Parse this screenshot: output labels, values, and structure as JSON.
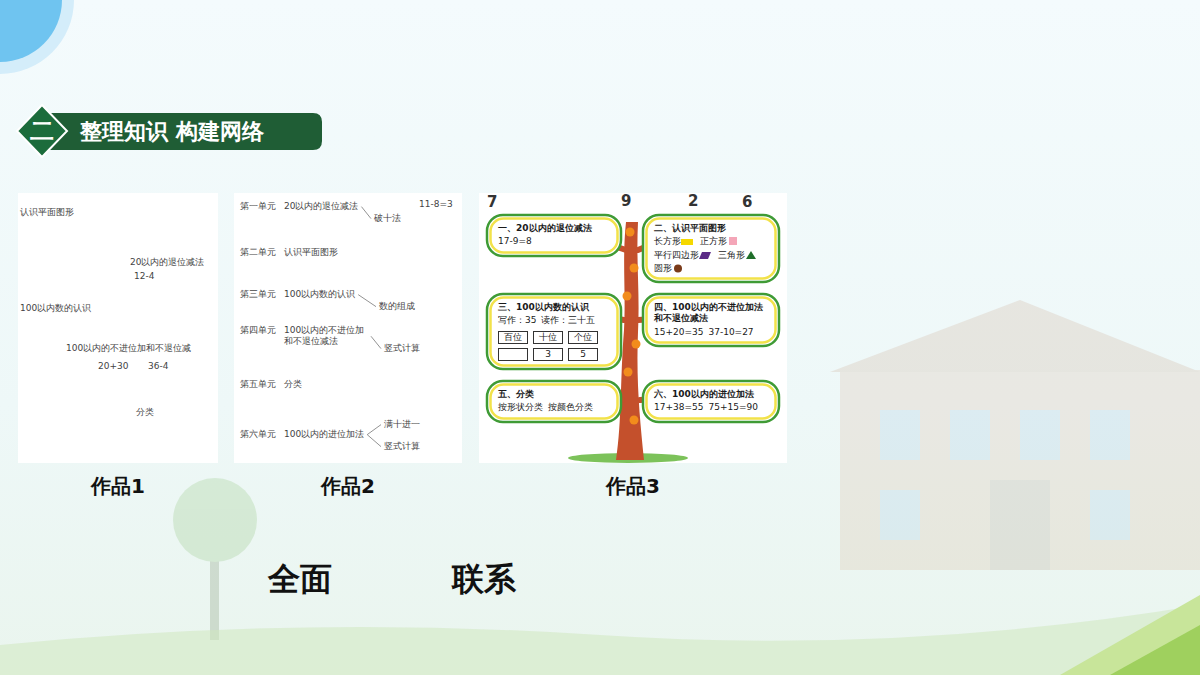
{
  "diagram": {
    "nodes": [
      {
        "text": [
          "二"
        ]
      },
      {
        "text": [
          "整理知识 构建网络"
        ]
      },
      {
        "text": [
          "作品1",
          "认识平面图形",
          "20以内的退位减法",
          "12-4",
          "100以内数的认识",
          "100以内的不进位加和不退位减",
          "20+30",
          "36-4",
          "分类"
        ]
      },
      {
        "text": [
          "作品2",
          "第一单元",
          "20以内的退位减法",
          "破十法",
          "11-8=3",
          "第二单元",
          "认识平面图形",
          "第三单元",
          "100以内数的认识",
          "数的组成",
          "第四单元",
          "100以内的不进位加和不退位减法",
          "竖式计算",
          "第五单元",
          "分类",
          "第六单元",
          "100以内的进位加法",
          "满十进一",
          "竖式计算"
        ]
      },
      {
        "text": [
          "作品3"
        ]
      },
      {
        "text": [
          "一、20以内的退位减法",
          "17-9=8"
        ],
        "in": 4
      },
      {
        "text": [
          "二、认识平面图形",
          "长方形",
          "正方形",
          "平行四边形",
          "三角形",
          "圆形"
        ],
        "in": 4
      },
      {
        "text": [
          "三、100以内数的认识",
          "写作：35",
          "读作：三十五",
          "百位",
          "十位",
          "个位",
          "3",
          "5"
        ],
        "in": 4
      },
      {
        "text": [
          "四、100以内的不进位加法和不退位减法",
          "15+20=35",
          "37-10=27"
        ],
        "in": 4
      },
      {
        "text": [
          "五、分类",
          "按形状分类",
          "按颜色分类"
        ],
        "in": 4
      },
      {
        "text": [
          "六、100以内的进位加法",
          "17+38=55",
          "75+15=90"
        ],
        "in": 4
      }
    ],
    "labels": [
      "7",
      "9",
      "2",
      "6",
      "全面",
      "联系"
    ]
  }
}
